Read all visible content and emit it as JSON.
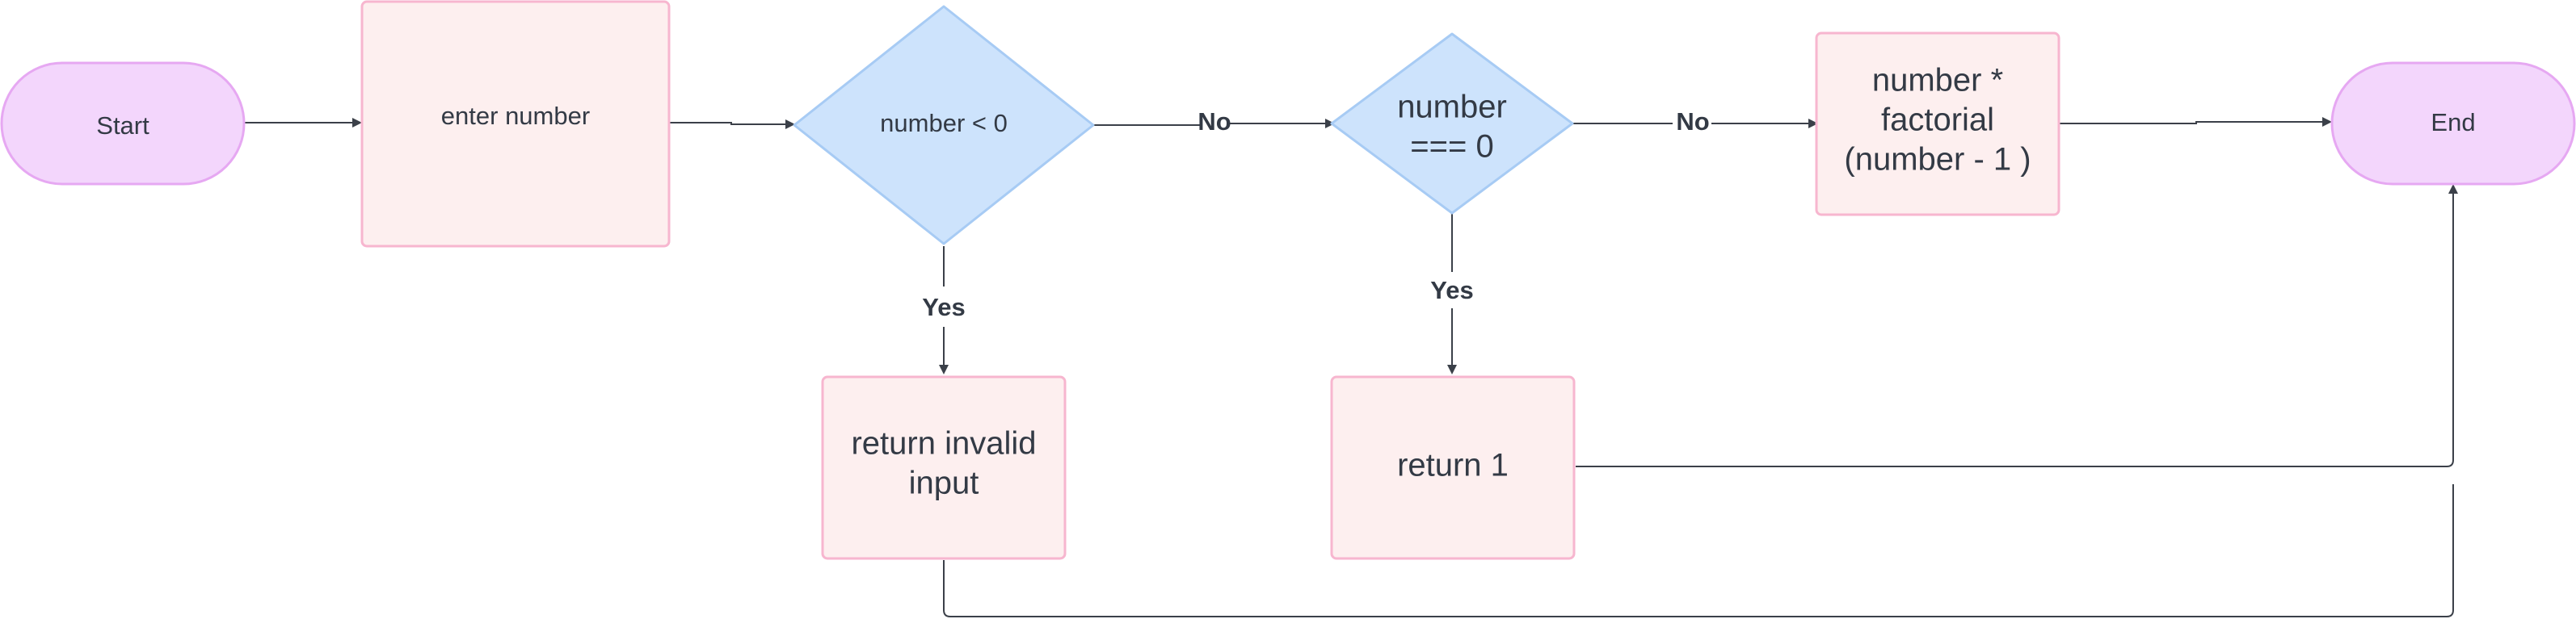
{
  "colors": {
    "terminal_fill": "#f3d6fc",
    "terminal_stroke": "#e6a8f2",
    "process_fill": "#fdefef",
    "process_stroke": "#f7b6cf",
    "decision_fill": "#cde3fc",
    "decision_stroke": "#a7cbf4",
    "connector": "#3b4049",
    "text": "#333a45"
  },
  "nodes": {
    "start": {
      "label": "Start"
    },
    "enter_number": {
      "label": "enter number"
    },
    "decision_negative": {
      "label": "number < 0"
    },
    "decision_zero": {
      "line1": "number",
      "line2": "=== 0"
    },
    "recursive": {
      "line1": "number *",
      "line2": "factorial",
      "line3": "(number - 1 )"
    },
    "end": {
      "label": "End"
    },
    "return_invalid": {
      "line1": "return invalid",
      "line2": "input"
    },
    "return_one": {
      "label": "return 1"
    }
  },
  "edges": {
    "negative_no": {
      "label": "No"
    },
    "negative_yes": {
      "label": "Yes"
    },
    "zero_no": {
      "label": "No"
    },
    "zero_yes": {
      "label": "Yes"
    }
  }
}
